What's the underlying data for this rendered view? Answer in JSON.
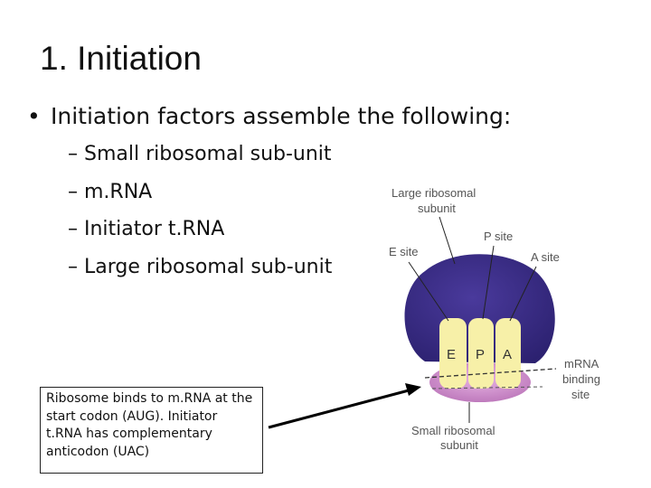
{
  "slide": {
    "title": "1. Initiation",
    "bullet": "Initiation factors assemble the following:",
    "bullet_marker": "•",
    "sub_items": [
      "– Small ribosomal sub-unit",
      "– m.RNA",
      "– Initiator t.RNA",
      "– Large ribosomal sub-unit"
    ],
    "callout": "Ribosome binds to m.RNA at the start codon (AUG). Initiator t.RNA has complementary anticodon (UAC)"
  },
  "diagram": {
    "large_subunit_label_line1": "Large ribosomal",
    "large_subunit_label_line2": "subunit",
    "p_site": "P site",
    "e_site": "E site",
    "a_site": "A site",
    "slot_e": "E",
    "slot_p": "P",
    "slot_a": "A",
    "mrna_line1": "mRNA",
    "mrna_line2": "binding",
    "mrna_line3": "site",
    "small_subunit_label_line1": "Small ribosomal",
    "small_subunit_label_line2": "subunit",
    "colors": {
      "large_subunit": "#3a2d85",
      "small_subunit": "#d79ad6",
      "tRNA_slot": "#f7f0a8",
      "arrow": "#000000"
    }
  }
}
